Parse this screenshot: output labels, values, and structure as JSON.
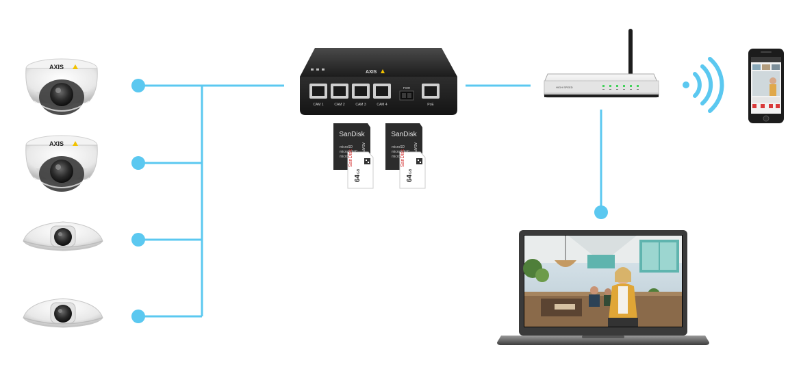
{
  "colors": {
    "connector": "#5bc8f0",
    "device_dark": "#2b2b2b",
    "router_body": "#e9e9e9",
    "led_green": "#42d25a",
    "laptop_frame": "#3a3a3a"
  },
  "cameras": [
    {
      "type": "dome",
      "brand": "AXIS",
      "icon": "dome-camera-icon"
    },
    {
      "type": "dome",
      "brand": "AXIS",
      "icon": "dome-camera-icon"
    },
    {
      "type": "flat-dome",
      "icon": "flat-dome-camera-icon"
    },
    {
      "type": "flat-dome",
      "icon": "flat-dome-camera-icon"
    }
  ],
  "recorder": {
    "brand": "AXIS",
    "ports": [
      "CAM 1",
      "CAM 2",
      "CAM 3",
      "CAM 4"
    ],
    "pwr_label": "PWR",
    "poe_label": "PoE"
  },
  "sd_cards": [
    {
      "adapter_brand": "SanDisk",
      "adapter_lines": [
        "microSD",
        "microSDHC",
        "microSDXC"
      ],
      "adapter_side": "ADAPTER",
      "card_brand": "SanDisk",
      "capacity": "64",
      "capacity_unit": "GB"
    },
    {
      "adapter_brand": "SanDisk",
      "adapter_lines": [
        "microSD",
        "microSDHC",
        "microSDXC"
      ],
      "adapter_side": "ADAPTER",
      "card_brand": "SanDisk",
      "capacity": "64",
      "capacity_unit": "GB"
    }
  ],
  "router": {
    "label": "HIGH SPEED",
    "icon": "wireless-router-icon"
  },
  "wifi": {
    "icon": "wifi-signal-icon"
  },
  "phone": {
    "icon": "smartphone-icon"
  },
  "laptop": {
    "icon": "laptop-icon",
    "screen": "cafe-camera-view"
  }
}
